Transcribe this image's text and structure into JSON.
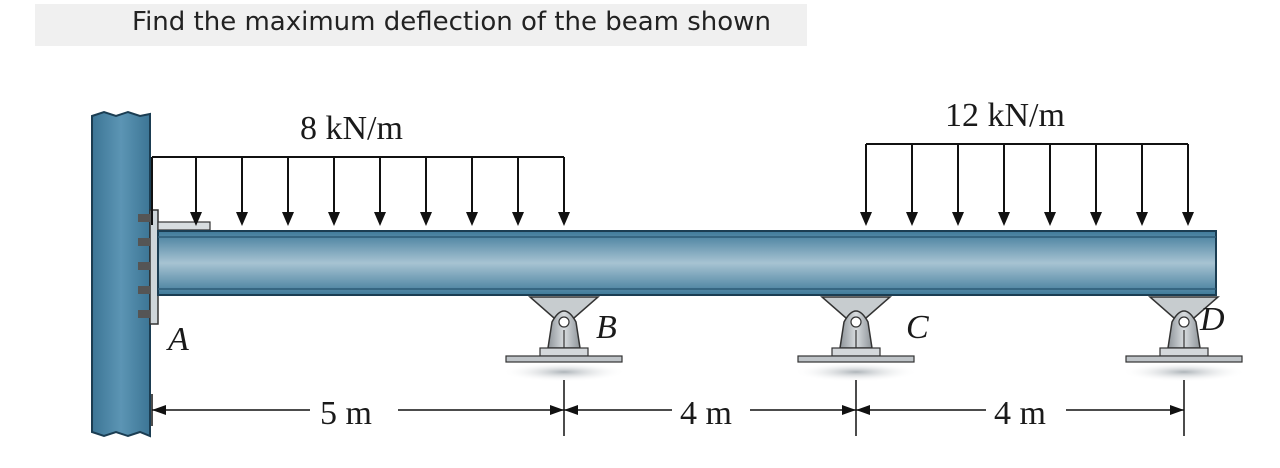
{
  "question": "Find the maximum deflection of the beam shown",
  "loads": [
    {
      "label": "8 kN/m"
    },
    {
      "label": "12 kN/m"
    }
  ],
  "points": {
    "A": "A",
    "B": "B",
    "C": "C",
    "D": "D"
  },
  "spans": [
    {
      "label": "5 m"
    },
    {
      "label": "4 m"
    },
    {
      "label": "4 m"
    }
  ],
  "colors": {
    "beam_light": "#a7c3d2",
    "beam_dark": "#3f7a9a",
    "wall": "#4f88a8"
  }
}
